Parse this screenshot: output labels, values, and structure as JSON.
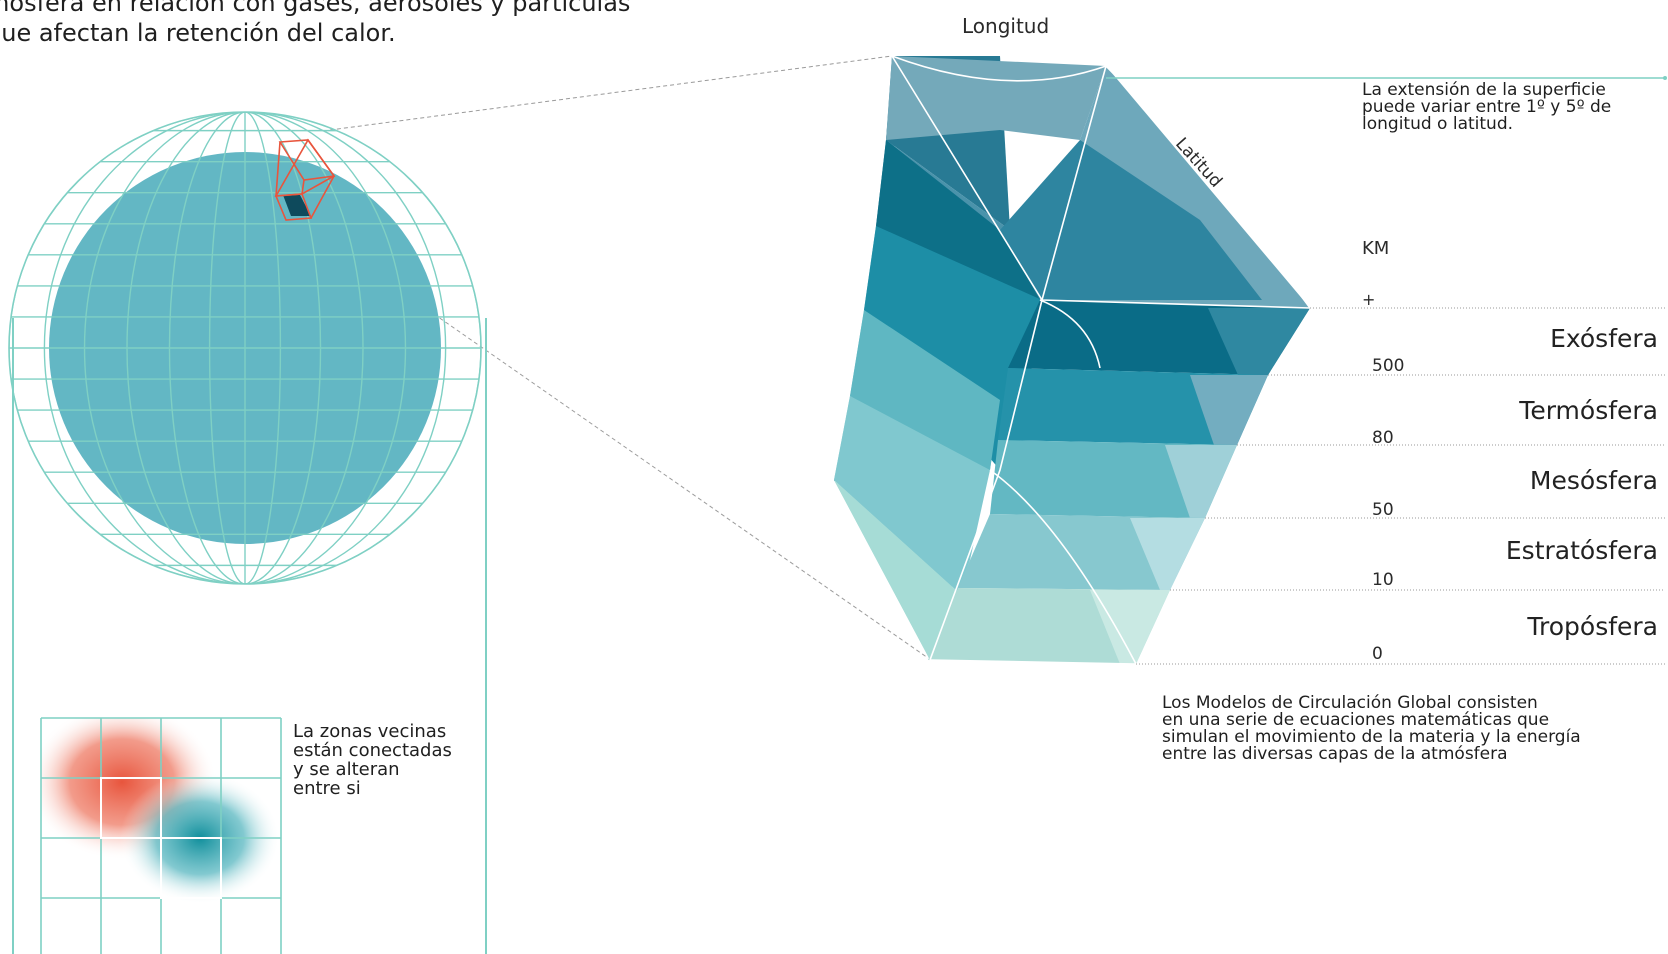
{
  "intro_text": "mósfera en relación con gases, aerosoles y partículas\nque afectan la retención del calor.",
  "axis": {
    "longitude_label": "Longitud",
    "latitude_label": "Latitud"
  },
  "surface_note": "La extensión de la superficie\npuede variar entre 1º y 5º de\nlongitud o latitud.",
  "scale": {
    "unit_label": "KM",
    "top_marker": "+",
    "ticks": [
      "500",
      "80",
      "50",
      "10",
      "0"
    ]
  },
  "layers": [
    "Exósfera",
    "Termósfera",
    "Mesósfera",
    "Estratósfera",
    "Tropósfera"
  ],
  "neighbors_note": "La zonas vecinas\nestán conectadas\ny se alteran\nentre si",
  "gcm_note": "Los Modelos de Circulación Global consisten\nen una serie de ecuaciones matemáticas que\nsimulan el movimiento de la materia y la energía\nentre las diversas capas de la atmósfera",
  "colors": {
    "accent_line": "#7fd0c4",
    "globe_fill": "#63b7c4",
    "highlight_red": "#e8553d",
    "highlight_teal": "#1a9aa6",
    "layer_colors": [
      "#0d7088",
      "#1d8ea6",
      "#5fb7c2",
      "#8ccfd2",
      "#b4e0d9"
    ]
  }
}
